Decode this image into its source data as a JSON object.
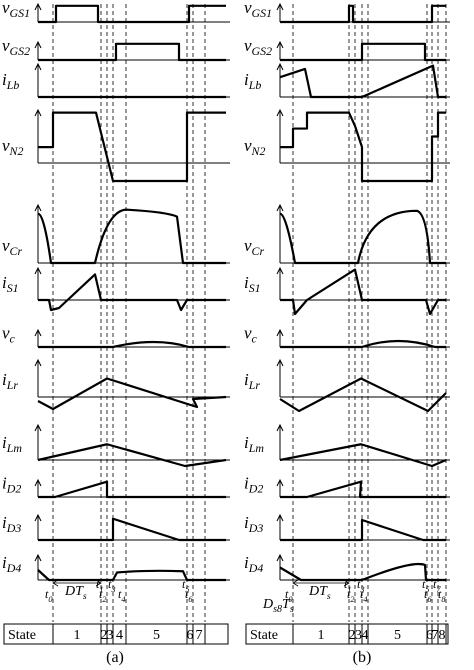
{
  "panels": [
    {
      "id": "a",
      "caption": "(a)",
      "signals": [
        {
          "name": "v",
          "sub": "GS1"
        },
        {
          "name": "v",
          "sub": "GS2"
        },
        {
          "name": "i",
          "sub": "Lb"
        },
        {
          "name": "v",
          "sub": "N2"
        },
        {
          "name": "v",
          "sub": "Cr"
        },
        {
          "name": "i",
          "sub": "S1"
        },
        {
          "name": "v",
          "sub": "c"
        },
        {
          "name": "i",
          "sub": "Lr"
        },
        {
          "name": "i",
          "sub": "Lm"
        },
        {
          "name": "i",
          "sub": "D2"
        },
        {
          "name": "i",
          "sub": "D3"
        },
        {
          "name": "i",
          "sub": "D4"
        }
      ],
      "times": [
        {
          "name": "t",
          "sub": "0"
        },
        {
          "name": "t",
          "sub": "1"
        },
        {
          "name": "t",
          "sub": "2"
        },
        {
          "name": "t",
          "sub": "3"
        },
        {
          "name": "t",
          "sub": "4"
        },
        {
          "name": "t",
          "sub": "5"
        },
        {
          "name": "t",
          "sub": "6"
        }
      ],
      "annotation": "DT",
      "annotation_sub": "s",
      "state_label": "State",
      "states": [
        "1",
        "2",
        "3",
        "4",
        "5",
        "6",
        "7"
      ]
    },
    {
      "id": "b",
      "caption": "(b)",
      "signals": [
        {
          "name": "v",
          "sub": "GS1"
        },
        {
          "name": "v",
          "sub": "GS2"
        },
        {
          "name": "i",
          "sub": "Lb"
        },
        {
          "name": "v",
          "sub": "N2"
        },
        {
          "name": "v",
          "sub": "Cr"
        },
        {
          "name": "i",
          "sub": "S1"
        },
        {
          "name": "v",
          "sub": "c"
        },
        {
          "name": "i",
          "sub": "Lr"
        },
        {
          "name": "i",
          "sub": "Lm"
        },
        {
          "name": "i",
          "sub": "D2"
        },
        {
          "name": "i",
          "sub": "D3"
        },
        {
          "name": "i",
          "sub": "D4"
        }
      ],
      "times": [
        {
          "name": "t",
          "sub": "0"
        },
        {
          "name": "t",
          "sub": "1"
        },
        {
          "name": "t",
          "sub": "2"
        },
        {
          "name": "t",
          "sub": "3"
        },
        {
          "name": "t",
          "sub": "4"
        },
        {
          "name": "t",
          "sub": "5"
        },
        {
          "name": "t",
          "sub": "6"
        },
        {
          "name": "t",
          "sub": "7"
        },
        {
          "name": "t",
          "sub": "8"
        }
      ],
      "annotation": "DT",
      "annotation_sub": "s",
      "annotation2": "D",
      "annotation2_sub": "s8",
      "annotation2_tail": "T",
      "annotation2_tail_sub": "s",
      "state_label": "State",
      "states": [
        "1",
        "2",
        "3",
        "4",
        "5",
        "6",
        "7",
        "8"
      ]
    }
  ]
}
